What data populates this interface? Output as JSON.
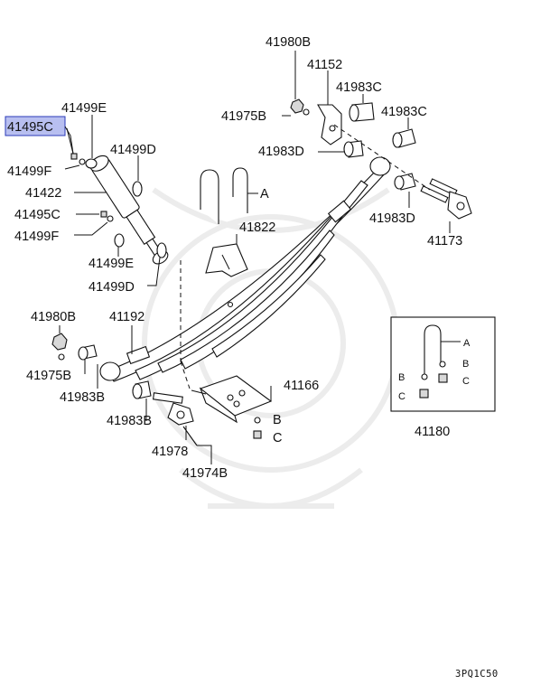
{
  "diagram": {
    "selected_part": "41495C",
    "labels": {
      "p41980B_top": "41980B",
      "p41152": "41152",
      "p41983C_a": "41983C",
      "p41983C_b": "41983C",
      "p41975B_top": "41975B",
      "p41983D_a": "41983D",
      "p41983D_b": "41983D",
      "p41173": "41173",
      "p41499E_top": "41499E",
      "p41495C_top": "41495C",
      "p41499F_top": "41499F",
      "p41499D_top": "41499D",
      "p41422": "41422",
      "p41495C_mid": "41495C",
      "p41499F_mid": "41499F",
      "p41499E_bot": "41499E",
      "p41499D_bot": "41499D",
      "p41822": "41822",
      "clipA": "A",
      "p41980B_left": "41980B",
      "p41192": "41192",
      "p41975B_left": "41975B",
      "p41983B_a": "41983B",
      "p41983B_b": "41983B",
      "p41166": "41166",
      "plateB": "B",
      "plateC": "C",
      "p41978": "41978",
      "p41974B": "41974B",
      "inset_A": "A",
      "inset_B_left": "B",
      "inset_B_right": "B",
      "inset_C_left": "C",
      "inset_C_right": "C",
      "p41180": "41180"
    },
    "diagram_code": "3PQ1C50",
    "colors": {
      "highlight_fill": "#b8bff0",
      "highlight_border": "#2b3bb8",
      "line": "#111111",
      "watermark": "#ececec"
    }
  }
}
